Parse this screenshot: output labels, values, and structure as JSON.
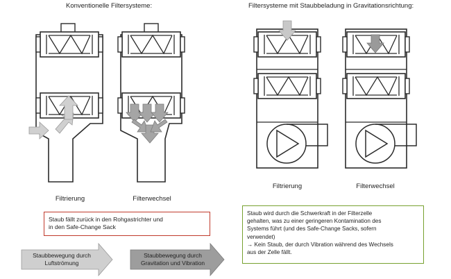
{
  "titles": {
    "left": "Konventionelle Filtersysteme:",
    "right": "Filtersysteme mit Staubbeladung in Gravitationsrichtung:"
  },
  "captions": {
    "conv_filtration": "Filtrierung",
    "conv_change": "Filterwechsel",
    "grav_filtration": "Filtrierung",
    "grav_change": "Filterwechsel"
  },
  "notes": {
    "red_line1": "Staub fällt zurück in den Rohgastrichter und",
    "red_line2": "in den Safe-Change Sack",
    "green_line1": "Staub wird durch die Schwerkraft in der Filterzelle",
    "green_line2": "gehalten, was zu einer geringeren Kontamination des",
    "green_line3": "Systems führt (und des Safe-Change Sacks, sofern",
    "green_line4": "verwendet)",
    "green_line5": "→ Kein Staub, der durch Vibration während des Wechsels",
    "green_line6": "aus der Zelle fällt."
  },
  "legend": {
    "airflow_line1": "Staubbewegung durch",
    "airflow_line2": "Luftströmung",
    "gravity_line1": "Staubbewegung durch",
    "gravity_line2": "Gravitation und Vibration"
  },
  "colors": {
    "outline": "#2b2b2b",
    "arrow_light": "#c8c8c8",
    "arrow_dark": "#9a9a9a",
    "red_border": "#c0392b",
    "green_border": "#77a12f"
  }
}
